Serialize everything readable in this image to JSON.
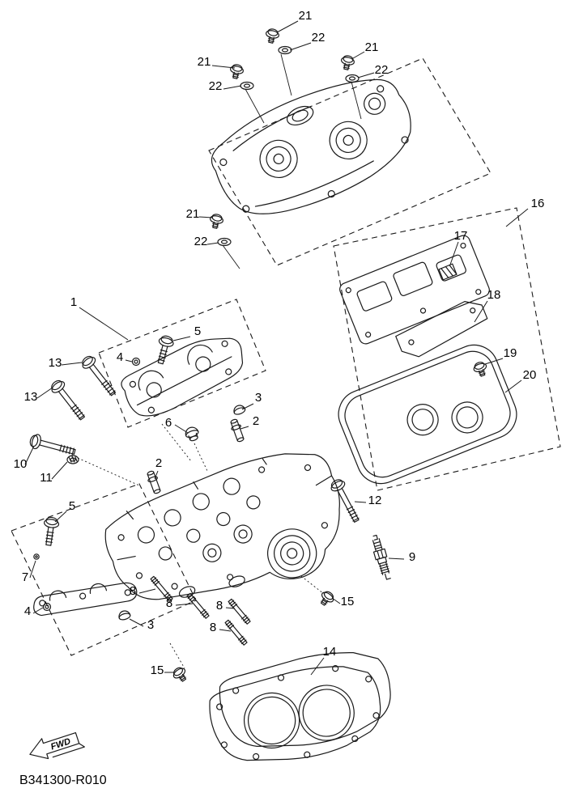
{
  "diagram": {
    "code": "B341300-R010",
    "fwd_label": "FWD"
  },
  "callouts": [
    {
      "id": "21a",
      "text": "21"
    },
    {
      "id": "22a",
      "text": "22"
    },
    {
      "id": "21b",
      "text": "21"
    },
    {
      "id": "22b",
      "text": "22"
    },
    {
      "id": "21c",
      "text": "21"
    },
    {
      "id": "22c",
      "text": "22"
    },
    {
      "id": "16",
      "text": "16"
    },
    {
      "id": "17",
      "text": "17"
    },
    {
      "id": "21d",
      "text": "21"
    },
    {
      "id": "22d",
      "text": "22"
    },
    {
      "id": "18",
      "text": "18"
    },
    {
      "id": "1",
      "text": "1"
    },
    {
      "id": "5a",
      "text": "5"
    },
    {
      "id": "4a",
      "text": "4"
    },
    {
      "id": "13a",
      "text": "13"
    },
    {
      "id": "19",
      "text": "19"
    },
    {
      "id": "13b",
      "text": "13"
    },
    {
      "id": "3a",
      "text": "3"
    },
    {
      "id": "20",
      "text": "20"
    },
    {
      "id": "6",
      "text": "6"
    },
    {
      "id": "2a",
      "text": "2"
    },
    {
      "id": "10",
      "text": "10"
    },
    {
      "id": "11",
      "text": "11"
    },
    {
      "id": "2b",
      "text": "2"
    },
    {
      "id": "12",
      "text": "12"
    },
    {
      "id": "5b",
      "text": "5"
    },
    {
      "id": "9",
      "text": "9"
    },
    {
      "id": "7",
      "text": "7"
    },
    {
      "id": "8a",
      "text": "8"
    },
    {
      "id": "8b",
      "text": "8"
    },
    {
      "id": "15a",
      "text": "15"
    },
    {
      "id": "4b",
      "text": "4"
    },
    {
      "id": "8c",
      "text": "8"
    },
    {
      "id": "3b",
      "text": "3"
    },
    {
      "id": "8d",
      "text": "8"
    },
    {
      "id": "14",
      "text": "14"
    },
    {
      "id": "15b",
      "text": "15"
    }
  ]
}
